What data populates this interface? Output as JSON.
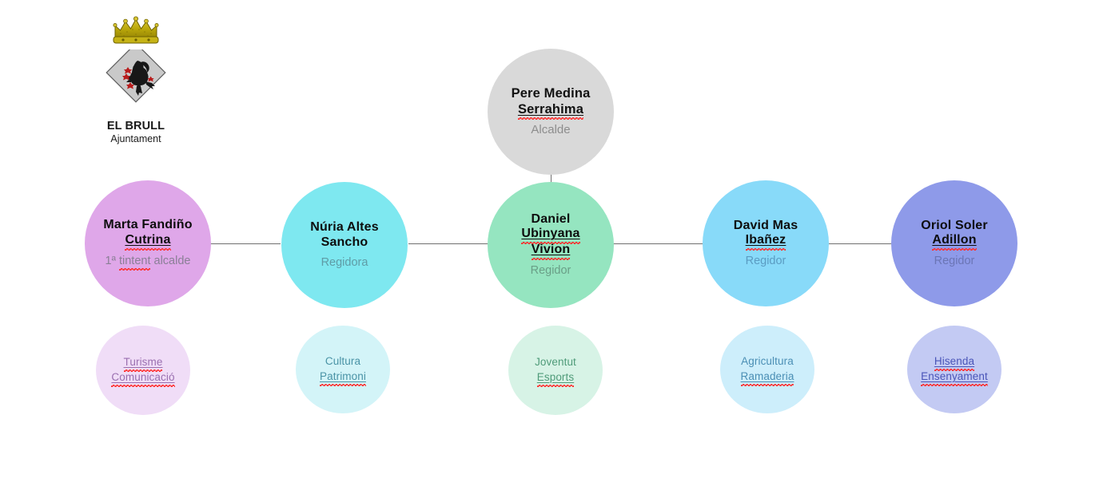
{
  "organization": {
    "logo": {
      "title": "EL BRULL",
      "subtitle": "Ajuntament",
      "crown_icon": "heraldic-crown-icon",
      "shield_icon": "heraldic-diamond-shield-griffin-icon",
      "crown_color": "#b8a505",
      "shield_color": "#c9c9c9"
    },
    "chart_type": "organizational-chart",
    "top": {
      "name_line1": "Pere Medina",
      "name_line2": "Serrahima",
      "role": "Alcalde",
      "color": "#d9d9d9",
      "role_color": "#8d8d8d",
      "misspelled": [
        "Serrahima"
      ]
    },
    "members": [
      {
        "name_line1": "Marta Fandiño",
        "name_line2": "Cutrina",
        "role": "1ª tintent alcalde",
        "color": "#dfa7e9",
        "role_color": "#8a7f96",
        "misspelled": [
          "Cutrina",
          "tintent"
        ],
        "department": {
          "lines": [
            "Turisme",
            "Comunicació"
          ],
          "color": "#f0ddf7",
          "text_color": "#9a6fb0",
          "misspelled": [
            "Turisme",
            "Comunicació"
          ]
        }
      },
      {
        "name_line1": "Núria Altes",
        "name_line2": "Sancho",
        "role": "Regidora",
        "color": "#7ee8f0",
        "role_color": "#5f9ca6",
        "misspelled": [],
        "department": {
          "lines": [
            "Cultura",
            "Patrimoni"
          ],
          "color": "#d3f4f8",
          "text_color": "#4a93a6",
          "misspelled": [
            "Patrimoni"
          ]
        }
      },
      {
        "name_line1": "Daniel",
        "name_line2": "Ubinyana",
        "name_line3": "Vivion",
        "role": "Regidor",
        "color": "#95e5c0",
        "role_color": "#6a9f87",
        "misspelled": [
          "Ubinyana",
          "Vivion"
        ],
        "department": {
          "lines": [
            "Joventut",
            "Esports"
          ],
          "color": "#d7f3e6",
          "text_color": "#4f9b79",
          "misspelled": [
            "Esports"
          ]
        }
      },
      {
        "name_line1": "David Mas",
        "name_line2": "Ibañez",
        "role": "Regidor",
        "color": "#88daf9",
        "role_color": "#5b9cc2",
        "misspelled": [
          "Ibañez"
        ],
        "department": {
          "lines": [
            "Agricultura",
            "Ramaderia"
          ],
          "color": "#cdeefb",
          "text_color": "#4b8fb5",
          "misspelled": [
            "Ramaderia"
          ]
        }
      },
      {
        "name_line1": "Oriol Soler",
        "name_line2": "Adillon",
        "role": "Regidor",
        "color": "#8e9ae9",
        "role_color": "#6b75b5",
        "misspelled": [
          "Adillon"
        ],
        "department": {
          "lines": [
            "Hisenda",
            "Ensenyament"
          ],
          "color": "#c3caf3",
          "text_color": "#4a55b8",
          "misspelled": [
            "Hisenda",
            "Ensenyament"
          ]
        }
      }
    ],
    "connector_color": "#6f6f6f"
  }
}
